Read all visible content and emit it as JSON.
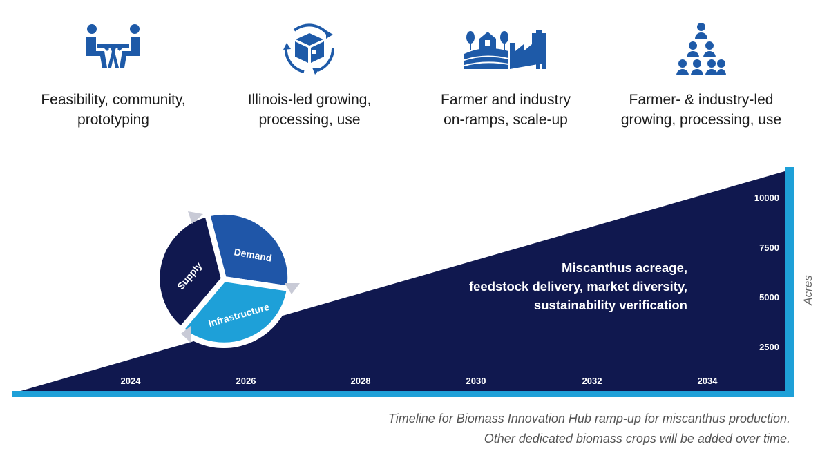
{
  "phases": [
    {
      "icon": "people-meeting-icon",
      "label": "Feasibility, community,\nprototyping"
    },
    {
      "icon": "box-cycle-icon",
      "label": "Illinois-led growing,\nprocessing, use"
    },
    {
      "icon": "farm-factory-icon",
      "label": "Farmer and industry\non-ramps, scale-up"
    },
    {
      "icon": "people-network-icon",
      "label": "Farmer- & industry-led\ngrowing, processing, use"
    }
  ],
  "ramp": {
    "years": [
      "2024",
      "2026",
      "2028",
      "2030",
      "2032",
      "2034"
    ],
    "acre_ticks": [
      "10000",
      "7500",
      "5000",
      "2500"
    ],
    "axis_label": "Acres",
    "description_lines": [
      "Miscanthus acreage,",
      "feedstock delivery, market diversity,",
      "sustainability verification"
    ]
  },
  "cycle": {
    "segments": [
      "Demand",
      "Supply",
      "Infrastructure"
    ]
  },
  "caption": {
    "line1": "Timeline for Biomass Innovation Hub ramp-up for miscanthus production.",
    "line2": "Other dedicated biomass crops will be added over time."
  },
  "colors": {
    "navy": "#10184f",
    "blue": "#1f56a8",
    "cyan": "#1ea0d8",
    "icon_blue": "#1e5aa8"
  }
}
